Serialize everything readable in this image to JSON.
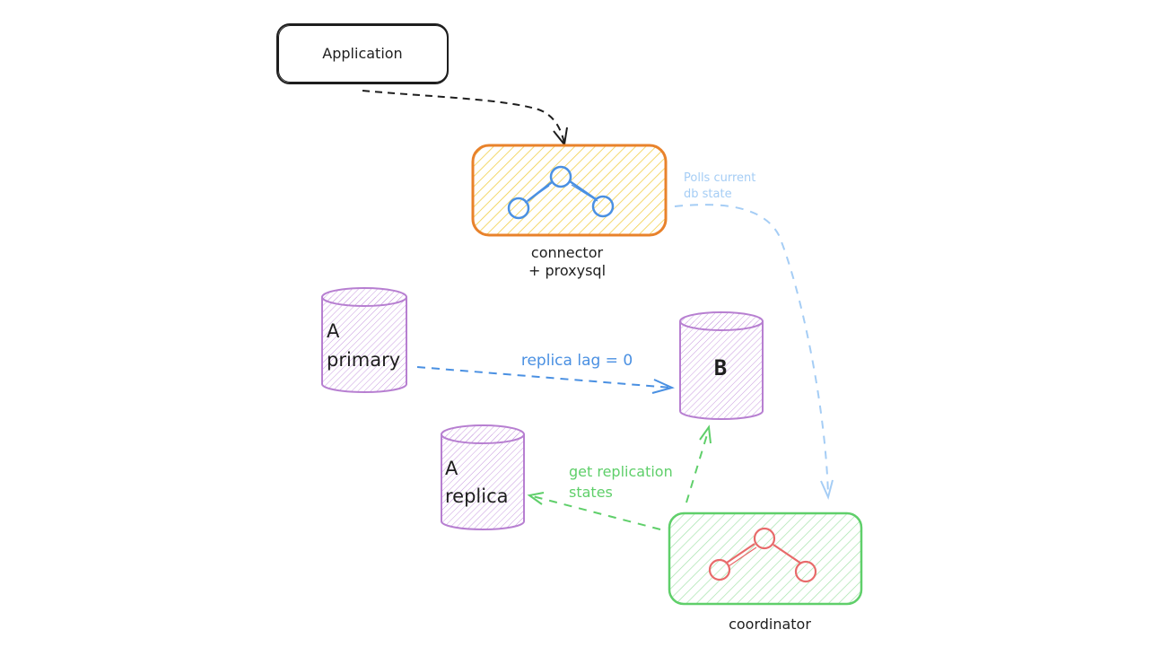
{
  "colors": {
    "ink": "#1e1e1e",
    "orange": "#e8822b",
    "yellow_hatch": "#f2cf4a",
    "blue": "#4a90e2",
    "light_blue": "#a5cdf5",
    "purple": "#b77fd1",
    "purple_hatch": "#c99be0",
    "green": "#5fcf6a",
    "green_hatch": "#a6e3ac",
    "red": "#e86a6a"
  },
  "nodes": {
    "application": {
      "label": "Application"
    },
    "connector": {
      "label_line1": "connector",
      "label_line2": "+ proxysql",
      "icon": "tree-network-icon"
    },
    "db_a_primary": {
      "label_line1": "A",
      "label_line2": "primary"
    },
    "db_b": {
      "label": "B"
    },
    "db_a_replica": {
      "label_line1": "A",
      "label_line2": "replica"
    },
    "coordinator": {
      "label": "coordinator",
      "icon": "tree-network-icon"
    }
  },
  "edges": {
    "app_to_connector": {
      "label": ""
    },
    "polls": {
      "label_line1": "Polls current",
      "label_line2": "db state"
    },
    "replication": {
      "label": "replica lag = 0"
    },
    "get_states": {
      "label_line1": "get replication",
      "label_line2": "states"
    }
  }
}
